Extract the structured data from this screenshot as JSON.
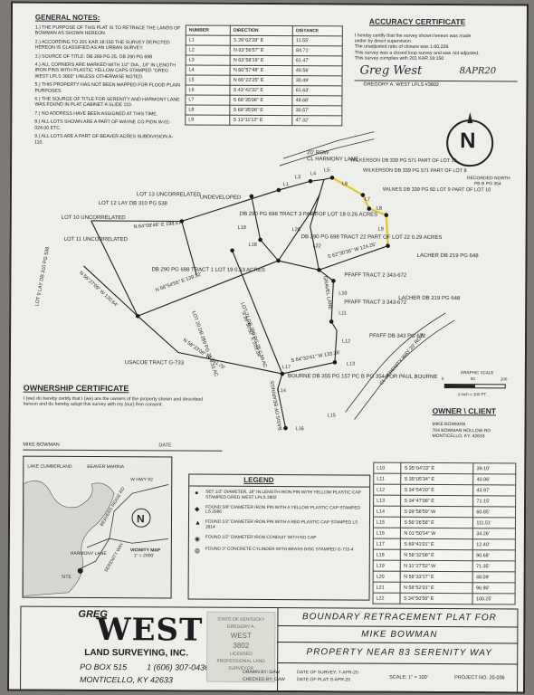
{
  "notes": {
    "title": "GENERAL NOTES:",
    "items": [
      "1.) THE PURPOSE OF THIS PLAT IS TO RETRACE THE LANDS OF BOWMAN AS SHOWN HEREON.",
      "2.) ACCORDING TO 201 KAR 18:150 THE SURVEY DEPICTED HEREON IS CLASSIFIED AS AN URBAN SURVEY.",
      "3.) SOURCE OF TITLE: DB 289 PG 25, DB 290 PG 698",
      "4.) ALL CORNERS ARE MARKED WITH 1/2\" DIA., 18\" IN LENGTH IRON PINS WITH PLASTIC YELLOW CAPS STAMPED \"GREG WEST LPLS 3802\" UNLESS OTHERWISE NOTED.",
      "5.) THIS PROPERTY HAS NOT BEEN MAPPED FOR FLOOD PLAIN PURPOSES.",
      "6.) THE SOURCE OF TITLE FOR SERENITY AND HARMONY LANE WAS FOUND IN PLAT CABINET A SLIDE 110.",
      "7.) NO ADDRESS HAVE BEEN ASSIGNED AT THIS TIME.",
      "8.) ALL LOTS SHOWN ARE A PART OF WAYNE CO PIDN W-01-024.00 ETC.",
      "9.) ALL LOTS ARE A PART OF BEAVER ACRES SUBDIVISION A-110."
    ]
  },
  "table1": {
    "headers": [
      "NUMBER",
      "DIRECTION",
      "DISTANCE"
    ],
    "rows": [
      [
        "L1",
        "S 26°02'28\" E",
        "11.55'"
      ],
      [
        "L2",
        "N 63°56'57\" E",
        "84.71'"
      ],
      [
        "L3",
        "N 63°58'19\" E",
        "61.47'"
      ],
      [
        "L4",
        "N 60°57'48\" E",
        "40.56'"
      ],
      [
        "L5",
        "N 66°22'25\" E",
        "30.49'"
      ],
      [
        "L6",
        "S 43°42'32\" E",
        "61.63'"
      ],
      [
        "L7",
        "S 68°35'06\" E",
        "48.68'"
      ],
      [
        "L8",
        "S 68°35'06\" E",
        "30.57'"
      ],
      [
        "L9",
        "S 13°11'12\" E",
        "47.32'"
      ]
    ]
  },
  "table2": {
    "rows": [
      [
        "L10",
        "S 35°04'23\" E",
        "39.10'"
      ],
      [
        "L11",
        "S 35°05'34\" E",
        "40.06'"
      ],
      [
        "L12",
        "S 34°54'20\" E",
        "43.97'"
      ],
      [
        "L13",
        "S 34°47'08\" E",
        "71.15'"
      ],
      [
        "L14",
        "S 09°58'59\" W",
        "60.85'"
      ],
      [
        "L15",
        "S 56°26'58\" E",
        "111.51'"
      ],
      [
        "L16",
        "N 01°50'14\" W",
        "34.26'"
      ],
      [
        "L17",
        "S 69°41'01\" E",
        "12.40'"
      ],
      [
        "L18",
        "N 58°32'08\" E",
        "90.68'"
      ],
      [
        "L19",
        "N 31°27'52\" W",
        "71.35'"
      ],
      [
        "L20",
        "N 58°33'17\" E",
        "48.09'"
      ],
      [
        "L21",
        "N 58°52'01\" E",
        "96.90'"
      ],
      [
        "L22",
        "S 34°50'56\" E",
        "100.25'"
      ]
    ]
  },
  "accuracy": {
    "title": "ACCURACY CERTIFICATE",
    "lines": [
      "I hereby certify that the survey shown hereon was made",
      "under by direct supervision.",
      "The unadjusted ratio of closure was 1:60,229.",
      "This survey was a closed loop survey and was not adjusted.",
      "This survey complies with 201 KAR 18:150"
    ],
    "signature": "Greg West",
    "date_handwritten": "8APR20",
    "signer": "GREGORY A. WEST  LPLS #3802"
  },
  "north": {
    "letter": "N",
    "note1": "RECORDED NORTH",
    "note2": "PB B PG 354"
  },
  "scale": {
    "title": "GRAPHIC SCALE",
    "ticks": [
      "0",
      "50",
      "100"
    ],
    "note": "1 inch = 100 FT."
  },
  "ownership": {
    "title": "OWNERSHIP CERTIFICATE",
    "text": "I (we) do hereby certify that I (we) are the owners of the property shown and described hereon and do hereby adopt this survey with my (our) free consent.",
    "owner": "MIKE BOWMAN",
    "date_label": "DATE"
  },
  "owner_client": {
    "title": "OWNER \\ CLIENT",
    "lines": [
      "MIKE BOWMAN",
      "704 BOWMAN HOLLOW RD",
      "MONTICELLO, KY. 42633"
    ]
  },
  "legend": {
    "title": "LEGEND",
    "items": [
      "SET 1/2\" DIAMETER, 18\" IN LENGTH IRON PIN WITH YELLOW PLASTIC CAP STAMPED GREG WEST LPLS 3802",
      "FOUND 5/8\" DIAMETER IRON PIN WITH A YELLOW PLASTIC CAP STAMPED LS 2086",
      "FOUND 1/2\" DIAMETER IRON PIN WITH A RED PLASTIC CAP STAMPED LS 2614",
      "FOUND 1/2\" DIAMETER IRON CONDUIT WITH NO CAP",
      "FOUND 3\" CONCRETE CYLINDER WITH BRASS DISC STAMPED G-733-4"
    ]
  },
  "vicinity": {
    "labels": [
      "LAKE CUMBERLAND",
      "BEAVER MARINA",
      "W HWY 92",
      "BEAVERS RIDGE RD",
      "SERENITY WAY",
      "SITE",
      "HARMONY LANE"
    ],
    "title": "VICINITY MAP",
    "scale": "1\" = 2000'"
  },
  "company": {
    "top": "GREG",
    "name": "WEST",
    "sub": "LAND SURVEYING, INC.",
    "po": "PO BOX 515",
    "phone": "1 (606) 307-0436",
    "city": "MONTICELLO, KY 42633"
  },
  "seal": {
    "lines": [
      "STATE OF KENTUCKY",
      "GREGORY A.",
      "WEST",
      "3802",
      "LICENSED",
      "PROFESSIONAL LAND SURVEYOR"
    ]
  },
  "title_block": {
    "line1": "BOUNDARY RETRACEMENT PLAT FOR",
    "line2": "MIKE BOWMAN",
    "line3": "PROPERTY NEAR 83 SERENITY WAY",
    "drawn": "DRAWN BY: GAW",
    "checked": "CHECKED BY: GAW",
    "survey_date": "DATE OF SURVEY: 7-APR-20",
    "plat_date": "DATE OF PLAT: 8-APR-20",
    "scale": "SCALE: 1\" = 100'",
    "project": "PROJECT NO. 20-036"
  },
  "plat": {
    "lot10": "LOT 10 UNCORRELATED",
    "lot11": "LOT 11 UNCORRELATED",
    "lot12": "LOT 12 LAY DB 310 PG 538",
    "lot13": "LOT 13 UNCORRELATED",
    "undeveloped": "UNDEVELOPED",
    "lot9": "LOT 9 LAY DB 310 PG 538",
    "row20": "20' ROW",
    "harmony": "CL HARMONY LANE",
    "wilk1": "WILKERSON DB 339 PG 571 PART OF LOT 18",
    "wilk2": "WILKERSON DB 339 PG 571 PART OF LOT 8",
    "wilnes": "WILNES DB 339 PG 60 LOT 9 PART OF LOT 10",
    "lot18": "DB 290 PG 698 TRACT 3 PART OF LOT 18 0.26 ACRES",
    "lot22": "DB 290 PG 698 TRACT 22 PART OF LOT 22 0.29 ACRES",
    "tract1": "DB 290 PG 698 TRACT 1 LOT 19 0.53 ACRES",
    "lot21": "LOT 21 DB 289 PG 25 0.56 AC",
    "lot20": "LOT 20 DB 289 PG 25 0.51 AC",
    "lacher1": "LACHER DB 219 PG 648",
    "lacher2": "LACHER DB 219 PG 648",
    "pfaff2": "PFAFF TRACT 2 343-672",
    "pfaff3": "PFAFF TRACT 3 343-672",
    "pfaff": "PFAFF DB 343 PG 672",
    "bourne": "BOURNE DB 355 PG 157 PC B PG 354 FOR PAUL BOURNE",
    "usacoe": "USACOE TRACT G-733",
    "serenity": "CL SERENITY WAY 20' ROW",
    "gravel": "GRAVEL LANE",
    "basis": "BASIS OF BEARINGS",
    "b1": "N 64°08'46\" E 198.67'",
    "b2": "N 56°27'09\" W 120.64'",
    "b3": "N 58°54'55\" E 139.32'",
    "b4": "N 58°23'08\" W 281.79'",
    "b5": "S 36°50'52\" E 209.34'",
    "b6": "S 62°30'36\" W 124.26'",
    "b7": "S 64°32'41\" W 133.36'"
  }
}
